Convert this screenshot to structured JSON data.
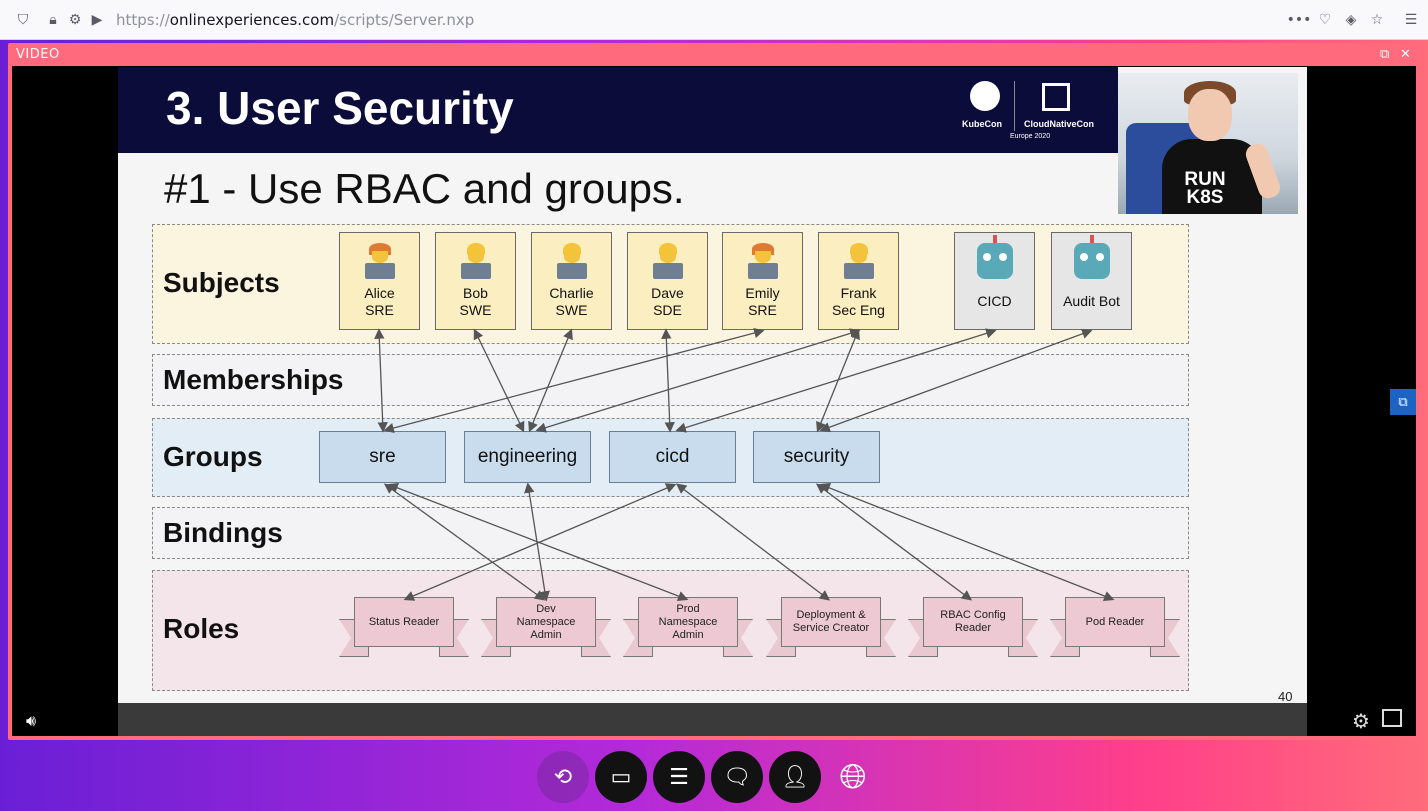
{
  "browser": {
    "url_scheme": "https://",
    "url_host": "onlinexperiences.com",
    "url_path": "/scripts/Server.nxp"
  },
  "video": {
    "label": "VIDEO"
  },
  "slide": {
    "title": "3. User Security",
    "subtitle": "#1 -  Use RBAC and groups.",
    "kubecon_left": "KubeCon",
    "kubecon_right": "CloudNativeCon",
    "kubecon_event": "Europe 2020",
    "page_number": "40",
    "shirt_text_1": "RUN",
    "shirt_text_2": "K8S",
    "bands": {
      "subjects": "Subjects",
      "memberships": "Memberships",
      "groups": "Groups",
      "bindings": "Bindings",
      "roles": "Roles"
    },
    "subjects": [
      {
        "name": "Alice",
        "role": "SRE"
      },
      {
        "name": "Bob",
        "role": "SWE"
      },
      {
        "name": "Charlie",
        "role": "SWE"
      },
      {
        "name": "Dave",
        "role": "SDE"
      },
      {
        "name": "Emily",
        "role": "SRE"
      },
      {
        "name": "Frank",
        "role": "Sec Eng"
      },
      {
        "name": "CICD",
        "role": ""
      },
      {
        "name": "Audit Bot",
        "role": ""
      }
    ],
    "groups": [
      "sre",
      "engineering",
      "cicd",
      "security"
    ],
    "roles": [
      "Status Reader",
      "Dev Namespace Admin",
      "Prod Namespace Admin",
      "Deployment & Service Creator",
      "RBAC Config Reader",
      "Pod Reader"
    ]
  },
  "toolbar": {
    "items": [
      "replay-icon",
      "screen-icon",
      "agenda-icon",
      "chat-icon",
      "profile-icon",
      "language-icon"
    ]
  }
}
